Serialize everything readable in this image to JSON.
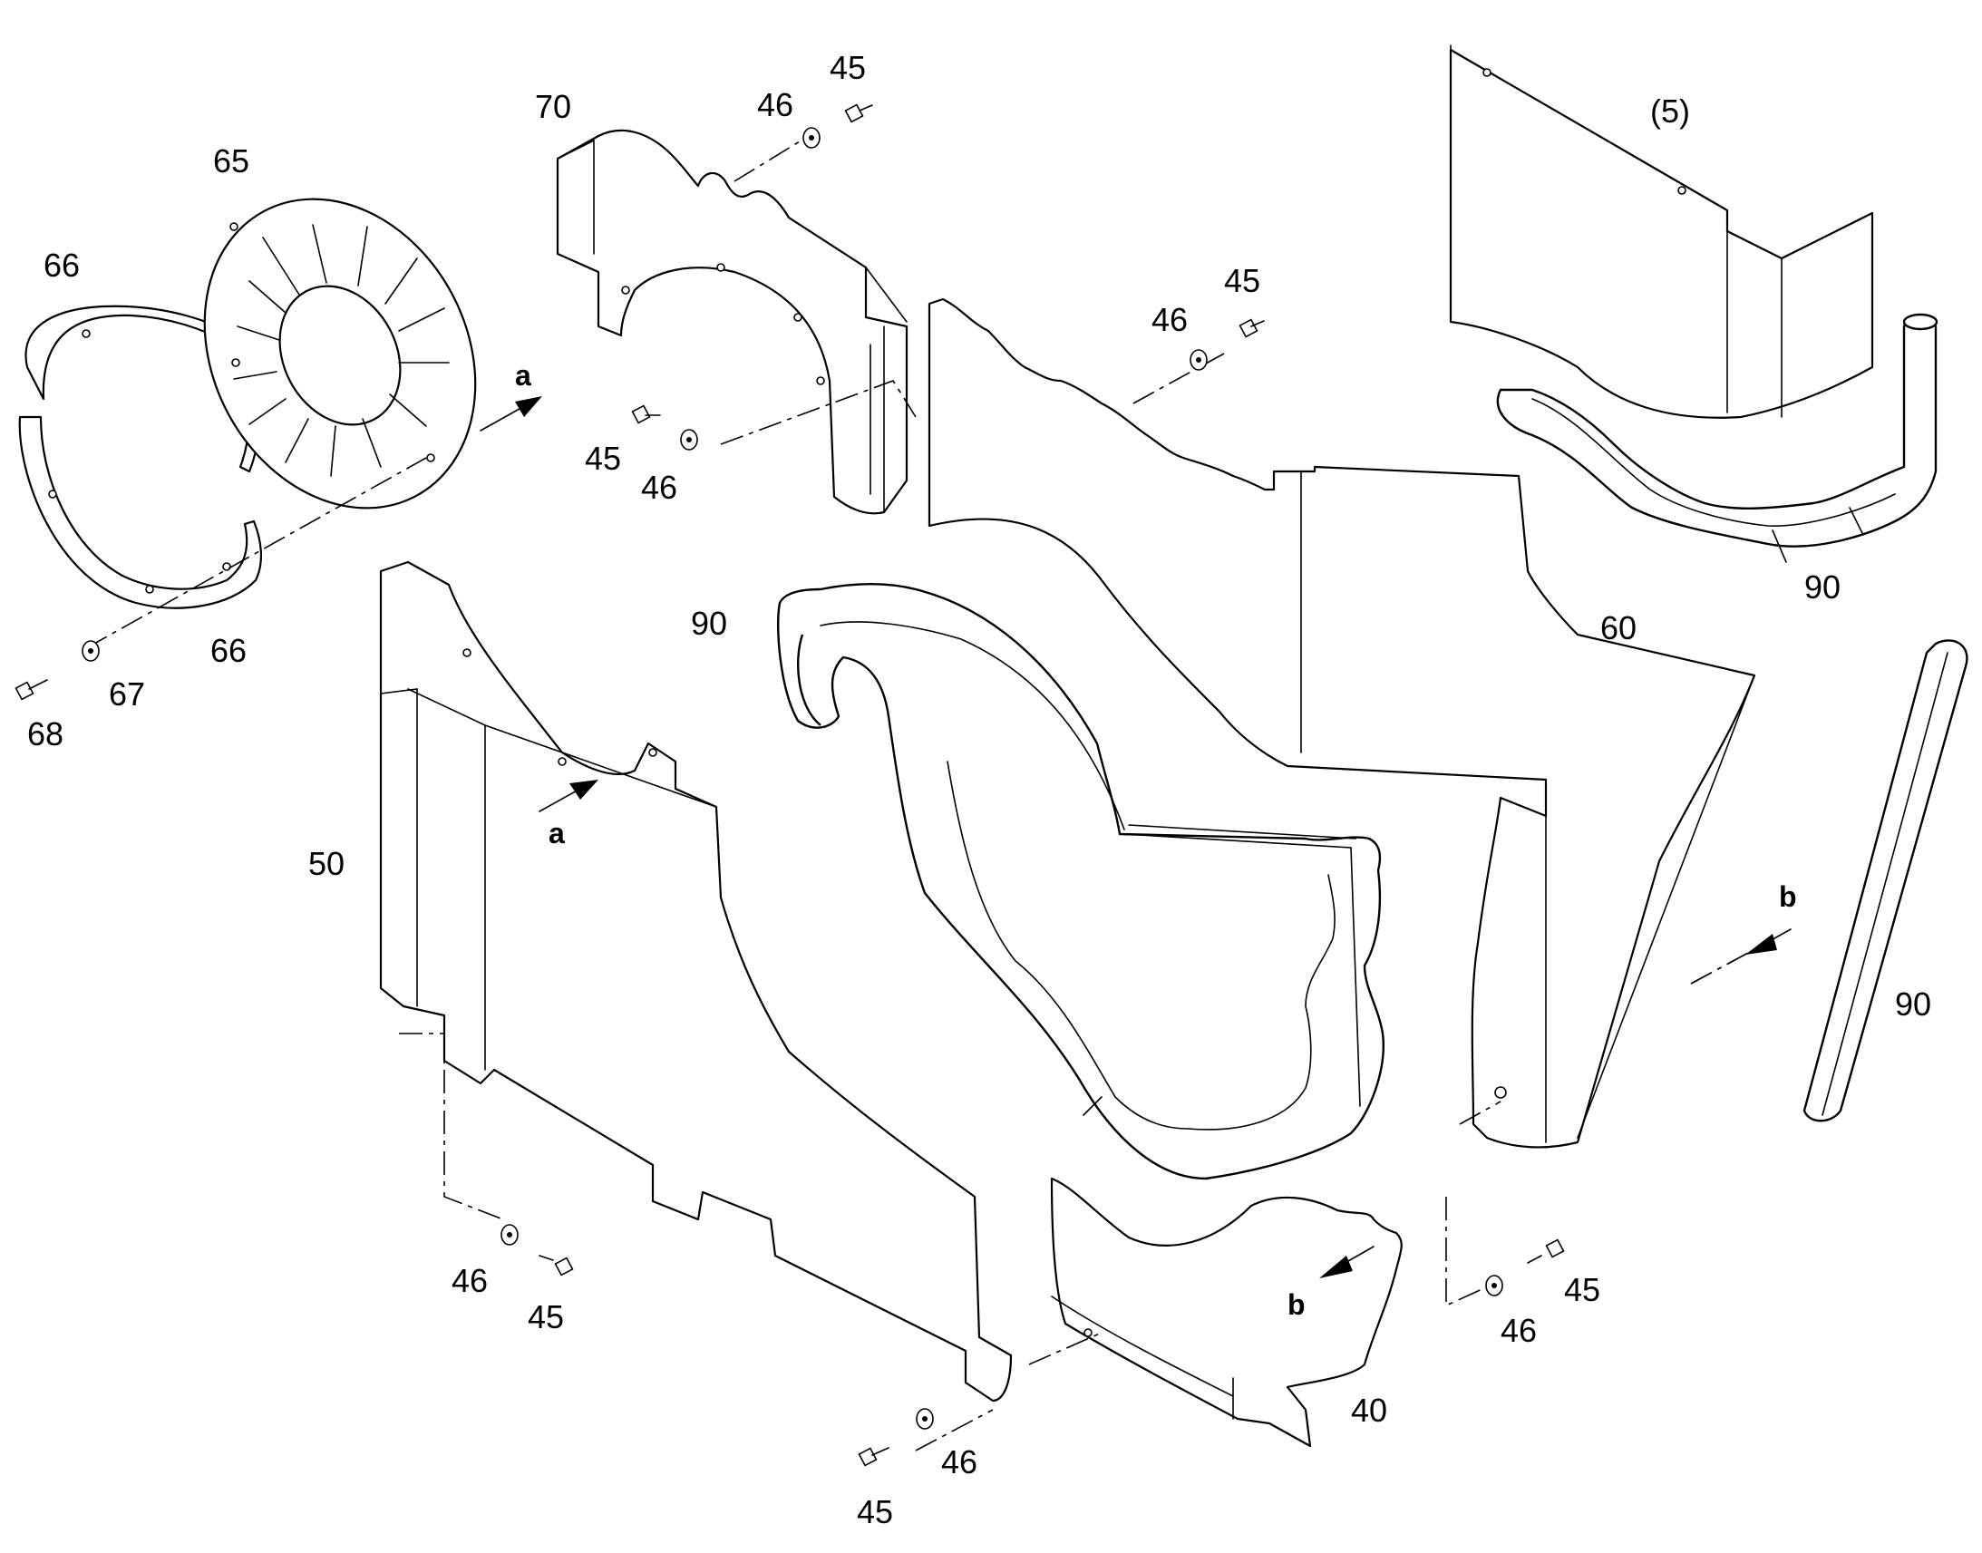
{
  "labels": {
    "p40": "40",
    "p45_a": "45",
    "p45_b": "45",
    "p45_c": "45",
    "p45_d": "45",
    "p45_e": "45",
    "p45_f": "45",
    "p46_a": "46",
    "p46_b": "46",
    "p46_c": "46",
    "p46_d": "46",
    "p46_e": "46",
    "p46_f": "46",
    "p50": "50",
    "p60": "60",
    "p65": "65",
    "p66_top": "66",
    "p66_bottom": "66",
    "p67": "67",
    "p68": "68",
    "p70": "70",
    "p90_center": "90",
    "p90_top_right": "90",
    "p90_right": "90",
    "p5_ref": "(5)"
  },
  "arrows": {
    "a_top": "a",
    "a_bottom": "a",
    "b_right": "b",
    "b_bottom": "b"
  }
}
